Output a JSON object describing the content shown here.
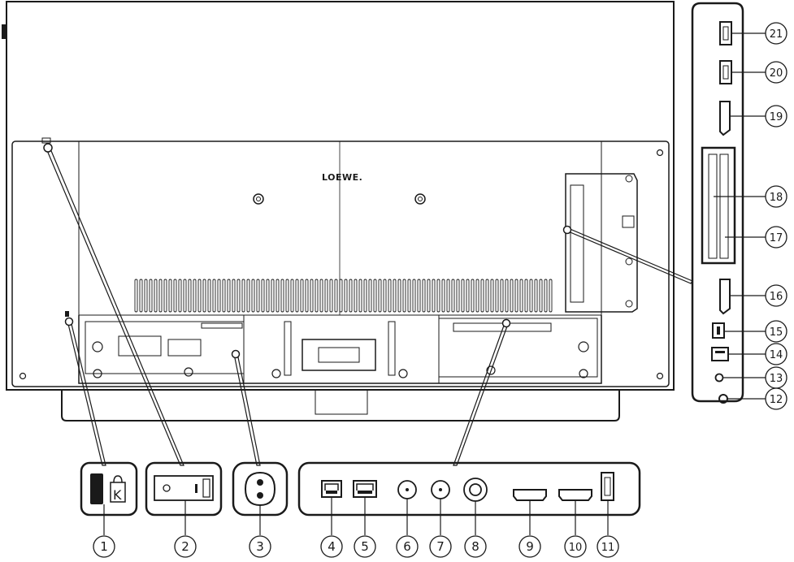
{
  "brand_logo": "LOEWE.",
  "bottom_callouts": [
    "1",
    "2",
    "3",
    "4",
    "5",
    "6",
    "7",
    "8",
    "9",
    "10",
    "11"
  ],
  "side_callouts": [
    "21",
    "20",
    "19",
    "18",
    "17",
    "16",
    "15",
    "14",
    "13",
    "12"
  ],
  "icons": {
    "kensington_glyph": "K"
  }
}
